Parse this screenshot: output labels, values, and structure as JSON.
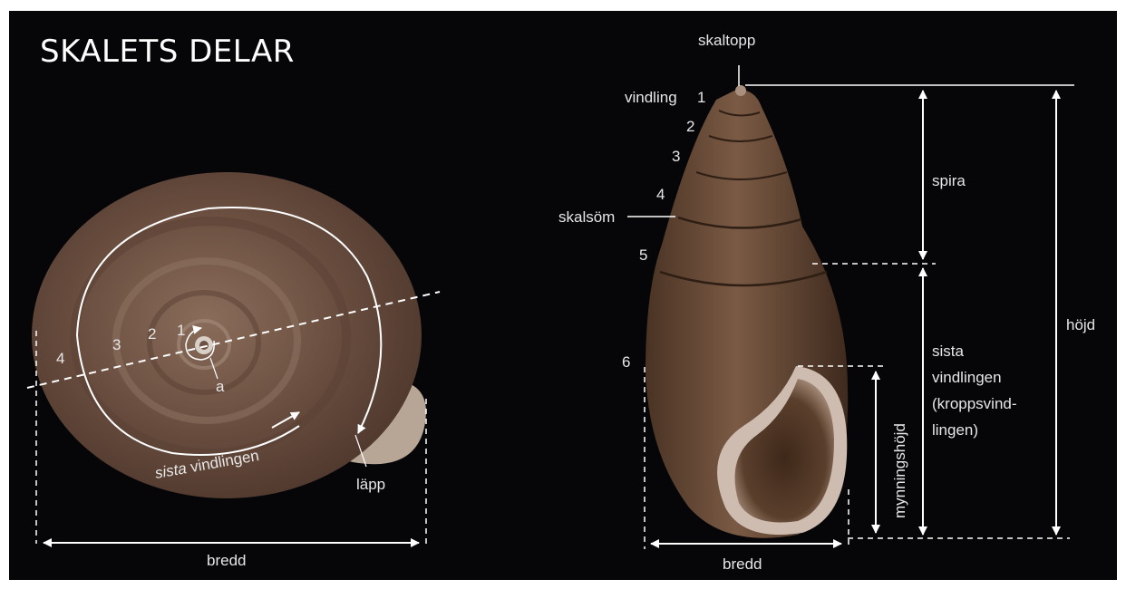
{
  "title": "SKALETS DELAR",
  "left_shell": {
    "whorl_numbers": [
      "1",
      "2",
      "3",
      "4"
    ],
    "a_label": "a",
    "last_whorl_italic": "sista",
    "last_whorl_rest": "vindlingen",
    "lip_label": "läpp",
    "width_label": "bredd"
  },
  "right_shell": {
    "apex_label": "skaltopp",
    "whorl_label": "vindling",
    "whorl_numbers": [
      "1",
      "2",
      "3",
      "4",
      "5",
      "6"
    ],
    "suture_label": "skalsöm",
    "spire_label": "spira",
    "body_whorl_lines": [
      "sista",
      "vindlingen",
      "(kroppsvind-",
      "lingen)"
    ],
    "height_label": "höjd",
    "aperture_height_label": "mynningshöjd",
    "width_label": "bredd"
  },
  "colors": {
    "background": "#060609",
    "shell_brown": "#6a4a38",
    "annotation": "#e6e6e6"
  }
}
